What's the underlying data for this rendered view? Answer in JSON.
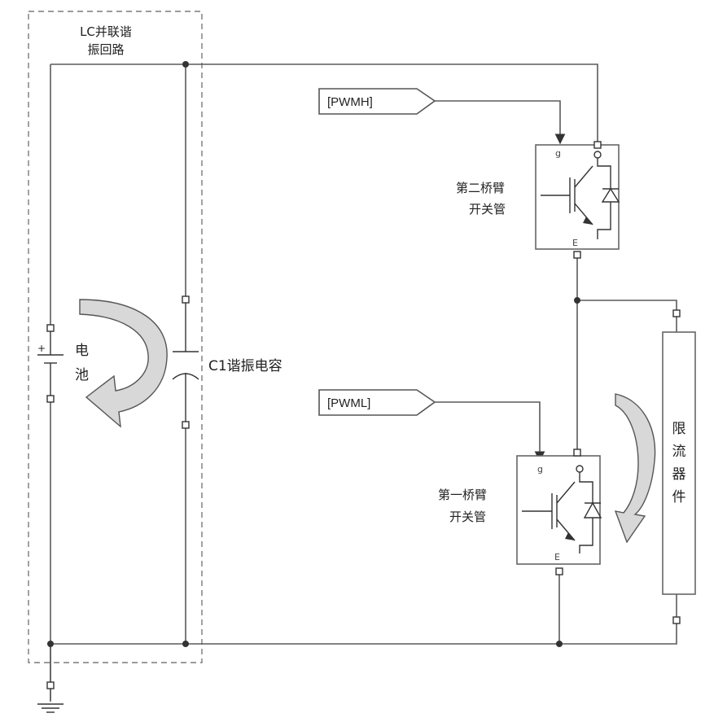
{
  "lc_group": {
    "label_line1": "LC并联谐",
    "label_line2": "振回路"
  },
  "battery": {
    "plus": "+",
    "label_line1": "电",
    "label_line2": "池"
  },
  "capacitor": {
    "label": "C1谐振电容"
  },
  "pwm_high": {
    "label": "[PWMH]"
  },
  "pwm_low": {
    "label": "[PWML]"
  },
  "switch_upper": {
    "label_line1": "第二桥臂",
    "label_line2": "开关管",
    "pin_g": "g",
    "pin_e": "E"
  },
  "switch_lower": {
    "label_line1": "第一桥臂",
    "label_line2": "开关管",
    "pin_g": "g",
    "pin_e": "E"
  },
  "limiter": {
    "chars": [
      "限",
      "流",
      "器",
      "件"
    ]
  },
  "colors": {
    "wire": "#5a5a5a",
    "arrow_fill": "#d8d8d8",
    "box_border": "#666666"
  }
}
